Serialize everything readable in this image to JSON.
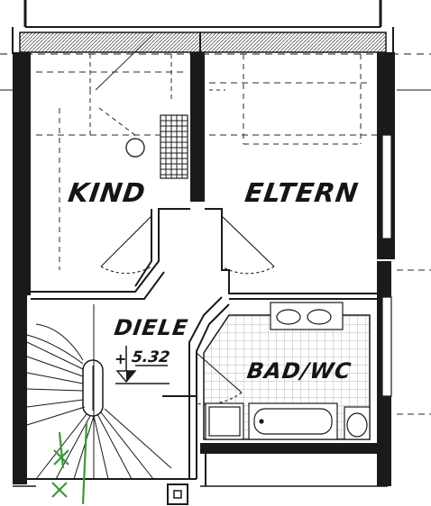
{
  "rooms": {
    "kind": "KIND",
    "eltern": "ELTERN",
    "diele": "DIELE",
    "bad": "BAD/WC"
  },
  "level": {
    "sign": "+",
    "value": "5.32"
  },
  "colors": {
    "wall": "#1a1a1a",
    "line": "#2a2a2a",
    "tile": "#b8b8b8",
    "green": "#3a9a3a"
  }
}
